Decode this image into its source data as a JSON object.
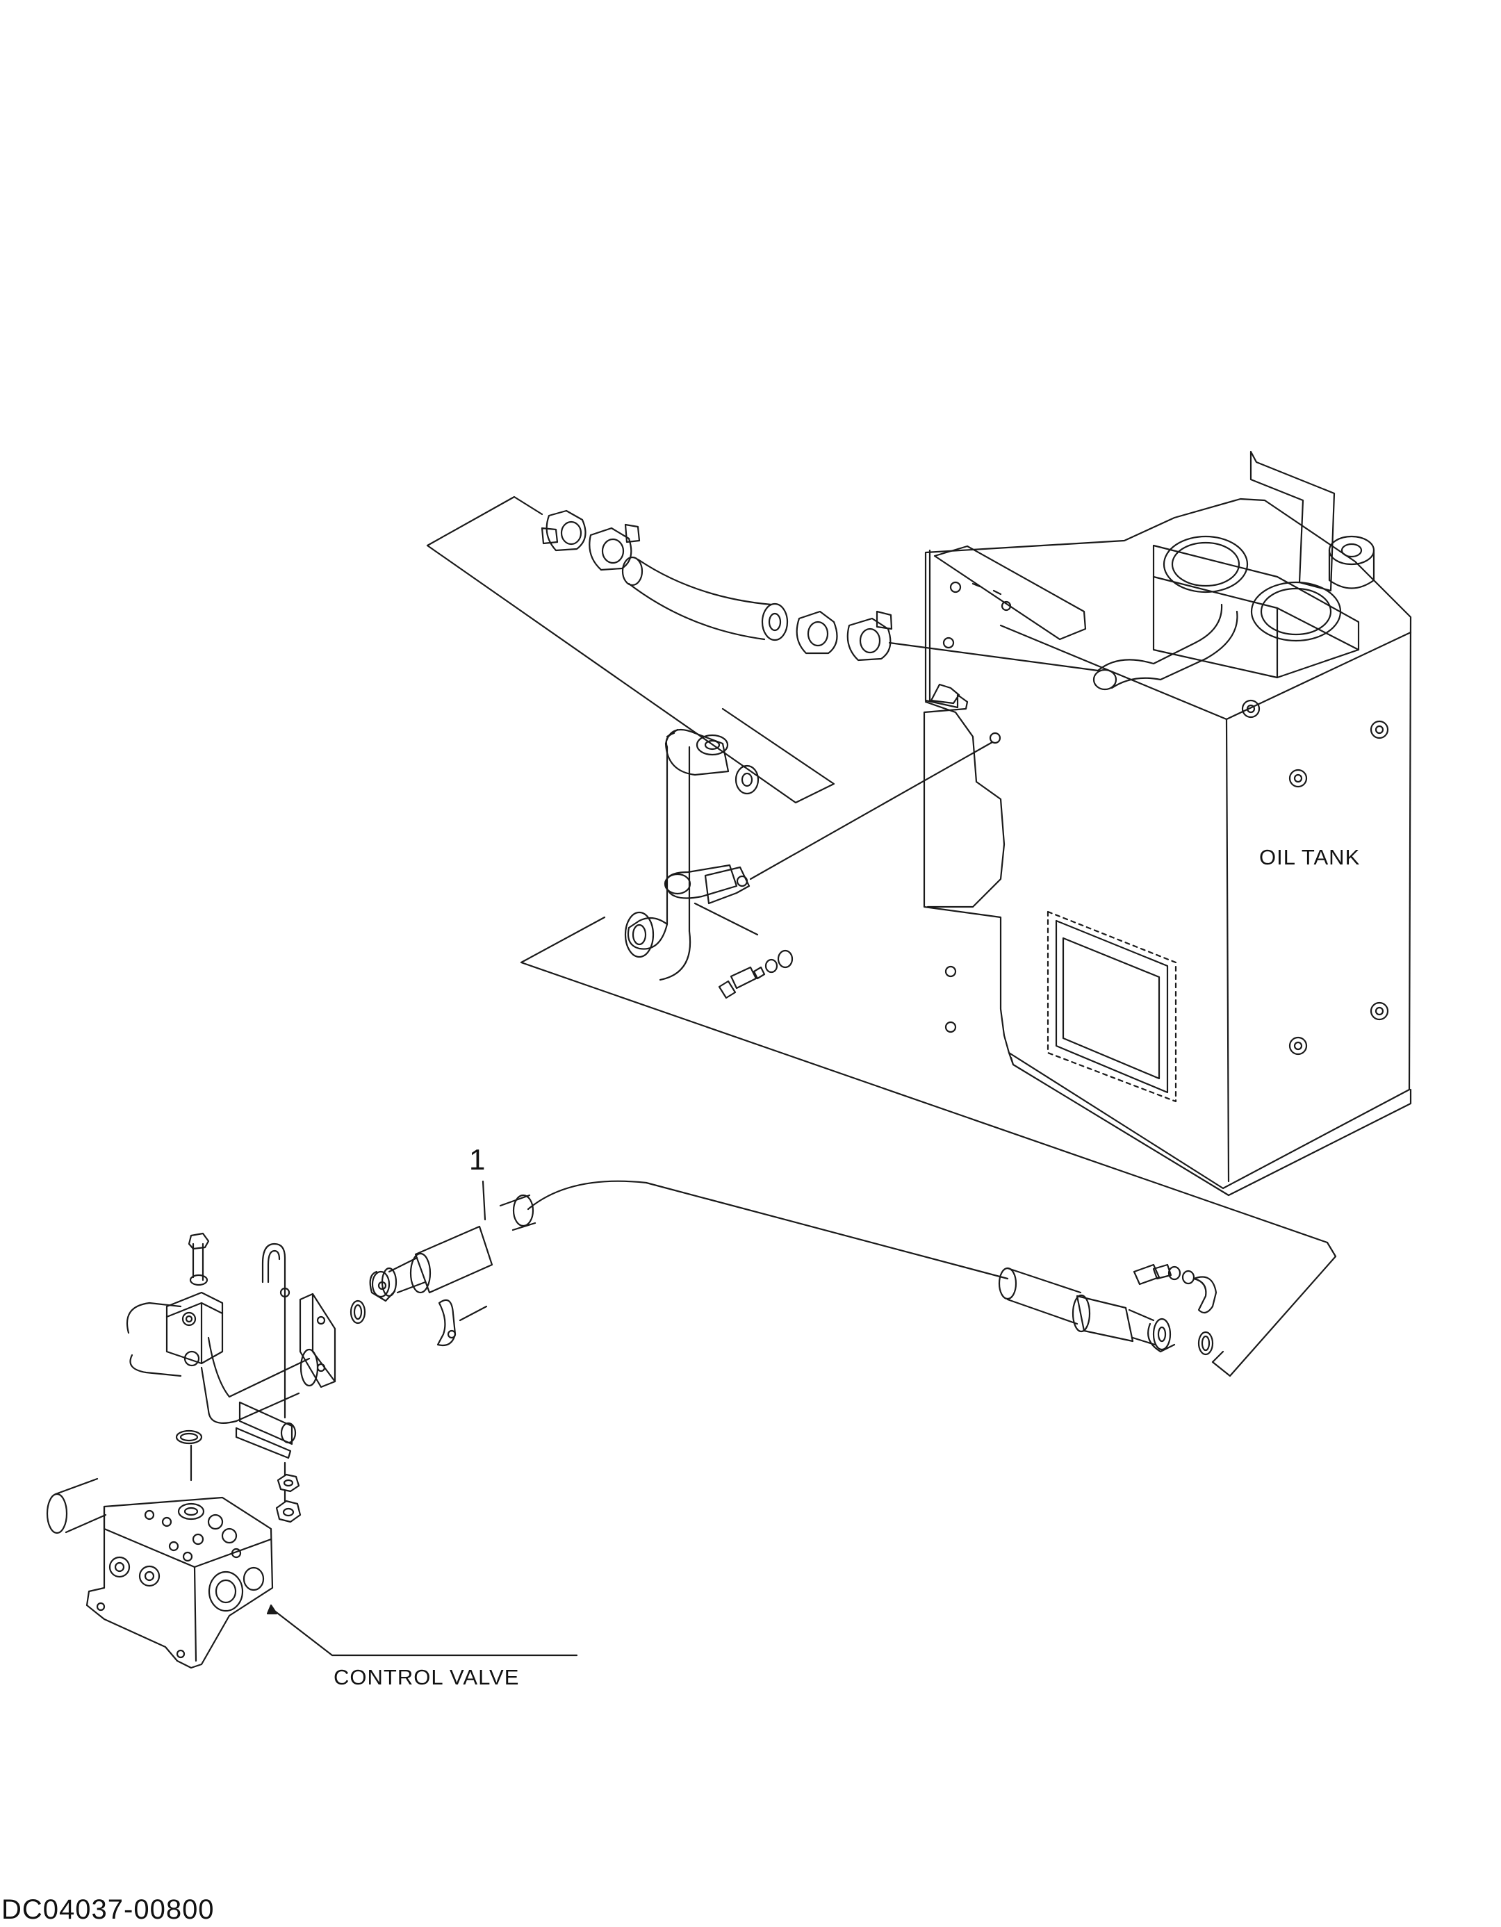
{
  "labels": {
    "oil_tank": "OIL TANK",
    "control_valve": "CONTROL VALVE",
    "callout_1": "1",
    "drawing_code": "DC04037-00800"
  },
  "colors": {
    "line": "#1a1a1a",
    "background": "#ffffff"
  }
}
